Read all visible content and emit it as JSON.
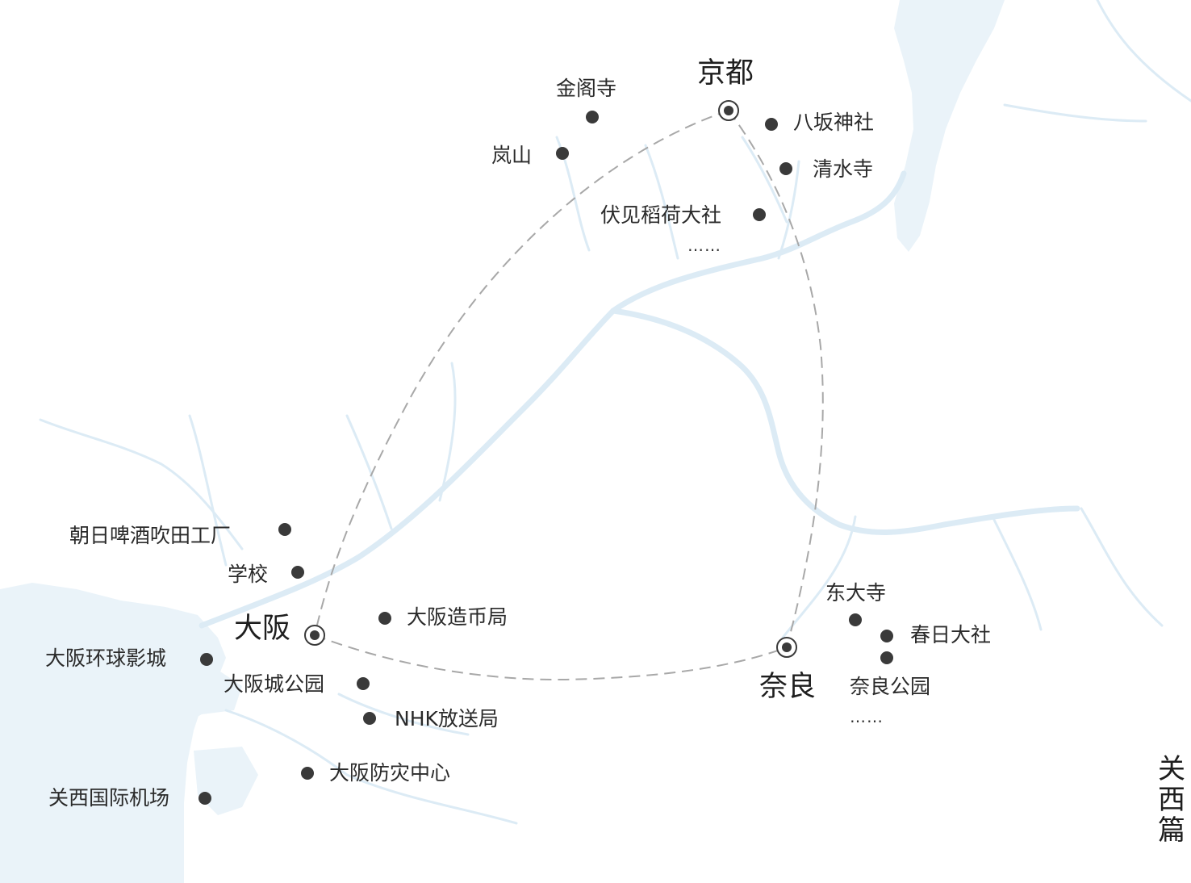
{
  "page_title": "关西篇",
  "colors": {
    "water_fill": "#eaf3f9",
    "river_stroke": "#dcebf5",
    "route_line": "#a8a8a8",
    "marker": "#3a3a3a"
  },
  "cities": {
    "kyoto": {
      "name": "京都",
      "icon": "target-circle-icon"
    },
    "osaka": {
      "name": "大阪",
      "icon": "target-circle-icon"
    },
    "nara": {
      "name": "奈良",
      "icon": "target-circle-icon"
    }
  },
  "kyoto_spots": [
    "金阁寺",
    "岚山",
    "八坂神社",
    "清水寺",
    "伏见稻荷大社"
  ],
  "osaka_spots": [
    "朝日啤酒吹田工厂",
    "学校",
    "大阪造币局",
    "大阪环球影城",
    "大阪城公园",
    "NHK放送局",
    "大阪防灾中心",
    "关西国际机场"
  ],
  "nara_spots": [
    "东大寺",
    "春日大社",
    "奈良公园"
  ],
  "ellipsis": "……",
  "route": [
    "京都",
    "奈良",
    "大阪"
  ]
}
